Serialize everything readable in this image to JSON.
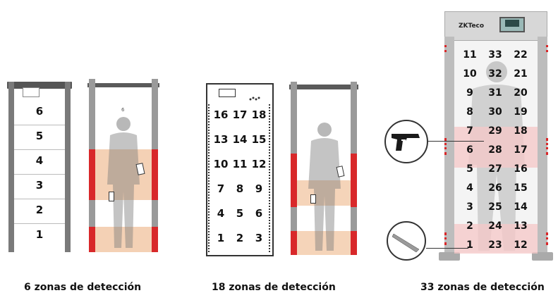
{
  "panel_6": {
    "zones": [
      "6",
      "5",
      "4",
      "3",
      "2",
      "1"
    ],
    "photo_label": "6",
    "caption": "6 zonas de detección"
  },
  "panel_18": {
    "zones": [
      [
        "16",
        "17",
        "18"
      ],
      [
        "13",
        "14",
        "15"
      ],
      [
        "10",
        "11",
        "12"
      ],
      [
        "7",
        "8",
        "9"
      ],
      [
        "4",
        "5",
        "6"
      ],
      [
        "1",
        "2",
        "3"
      ]
    ],
    "caption": "18 zonas de detección"
  },
  "panel_33": {
    "brand": "ZKTeco",
    "zones": [
      [
        "11",
        "33",
        "22"
      ],
      [
        "10",
        "32",
        "21"
      ],
      [
        "9",
        "31",
        "20"
      ],
      [
        "8",
        "30",
        "19"
      ],
      [
        "7",
        "29",
        "18"
      ],
      [
        "6",
        "28",
        "17"
      ],
      [
        "5",
        "27",
        "16"
      ],
      [
        "4",
        "26",
        "15"
      ],
      [
        "3",
        "25",
        "14"
      ],
      [
        "2",
        "24",
        "13"
      ],
      [
        "1",
        "23",
        "12"
      ]
    ],
    "caption": "33 zonas de detección"
  },
  "icons": {
    "pistol": "pistol-icon",
    "knife": "knife-icon",
    "person": "person-silhouette"
  },
  "colors": {
    "frame": "#4d4d4d",
    "pad_red": "#d8282a",
    "zone_highlight": "#f2c9a8",
    "pink_band": "#f5c7c7"
  }
}
